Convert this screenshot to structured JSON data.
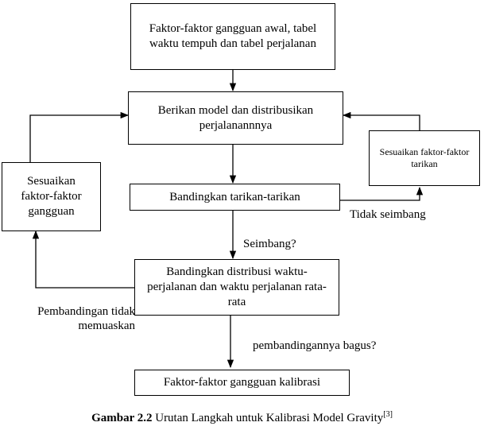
{
  "nodes": {
    "start": "Faktor-faktor gangguan awal, tabel waktu tempuh dan tabel perjalanan",
    "model": "Berikan model dan distribusikan perjalanannnya",
    "compare_pull": "Bandingkan tarikan-tarikan",
    "adjust_pull": "Sesuaikan faktor-faktor tarikan",
    "adjust_disturb": "Sesuaikan faktor-faktor gangguan",
    "compare_dist": "Bandingkan distribusi waktu-perjalanan dan waktu perjalanan rata-rata",
    "calibrated": "Faktor-faktor gangguan kalibrasi"
  },
  "edge_labels": {
    "not_balanced": "Tidak seimbang",
    "balanced": "Seimbang?",
    "unsatisfying": "Pembandingan tidak memuaskan",
    "good": "pembandingannya bagus?"
  },
  "caption": {
    "label": "Gambar 2.2",
    "text": " Urutan Langkah untuk Kalibrasi Model Gravity",
    "ref": "[3]"
  }
}
